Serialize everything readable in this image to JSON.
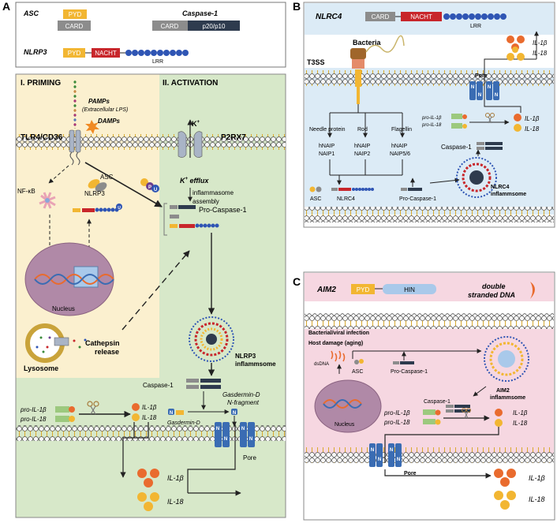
{
  "colors": {
    "pyd": "#f2b632",
    "card": "#8c8c8c",
    "nacht": "#c8262b",
    "lrr": "#2f55b4",
    "hin": "#a9c9ea",
    "p20": "#2e3b4e",
    "priming_bg": "#fbf0cf",
    "activation_bg": "#d7e8c9",
    "panelB_bg": "#dcebf6",
    "panelC_bg": "#f6d7e1",
    "membrane": "#f0c24a",
    "pore": "#3a6cb3",
    "il_orange": "#e96b2e",
    "il_yellow": "#f2b632"
  },
  "panelA": {
    "letter": "A",
    "legend": {
      "asc": "ASC",
      "caspase1": "Caspase-1",
      "nlrp3": "NLRP3",
      "pyd": "PYD",
      "card": "CARD",
      "card2": "CARD",
      "p20p10": "p20/p10",
      "nacht": "NACHT",
      "lrr": "LRR"
    },
    "priming": "I. PRIMING",
    "activation": "II. ACTIVATION",
    "pamps": "PAMPs",
    "pamps_sub": "(Extracellular LPS)",
    "damps": "DAMPs",
    "tlr": "TLR4/CD36",
    "kplus": "K",
    "kplus_sup": "+",
    "p2rx7": "P2RX7",
    "kefflux": "K",
    "kefflux_sup": "+",
    "kefflux_tail": " efflux",
    "inflammasome_assembly_1": "inflammasome",
    "inflammasome_assembly_2": "assembly",
    "asc": "ASC",
    "nfkb": "NF-κB",
    "nlrp3": "NLRP3",
    "procasp": "Pro-Caspase-1",
    "nucleus": "Nucleus",
    "lysosome": "Lysosome",
    "cathepsin_1": "Cathepsin",
    "cathepsin_2": "release",
    "nlrp3_infl_1": "NLRP3",
    "nlrp3_infl_2": "inflammsome",
    "caspase1": "Caspase-1",
    "gsdmd_nfrag_1": "Gasdermin-D",
    "gsdmd_nfrag_2": "N-fragment",
    "gsdmd": "Gasdermin-D",
    "pro_il1b": "pro-IL-1β",
    "pro_il18": "pro-IL-18",
    "il1b": "IL-1β",
    "il18": "IL-18",
    "pore": "Pore",
    "out_il1b": "IL-1β",
    "out_il18": "IL-18",
    "p": "P",
    "u": "U",
    "u2": "U",
    "n": "N"
  },
  "panelB": {
    "letter": "B",
    "title": "NLRC4",
    "card": "CARD",
    "nacht": "NACHT",
    "lrr": "LRR",
    "bacteria": "Bacteria",
    "t3ss": "T3SS",
    "pore": "Pore",
    "il1b": "IL-1β",
    "il18": "IL-18",
    "needle": "Needle protein",
    "rod": "Rod",
    "flagellin": "Flagellin",
    "naip1_a": "hNAIP",
    "naip1_b": "NAIP1",
    "naip2_a": "hNAIP",
    "naip2_b": "NAIP2",
    "naip56_a": "hNAIP",
    "naip56_b": "NAIP5/6",
    "pro_il1b": "pro-IL-1β",
    "pro_il18": "pro-IL-18",
    "in_il1b": "IL-1β",
    "in_il18": "IL-18",
    "caspase1": "Caspase-1",
    "asc": "ASC",
    "nlrc4": "NLRC4",
    "procasp": "Pro-Caspase-1",
    "nlrc4_infl_1": "NLRC4",
    "nlrc4_infl_2": "inflammsome",
    "n": "N"
  },
  "panelC": {
    "letter": "C",
    "title": "AIM2",
    "pyd": "PYD",
    "hin": "HIN",
    "dsdna_1": "double",
    "dsdna_2": "stranded DNA",
    "bacterial": "Bacterial/viral infection",
    "hostdamage": "Host damage (aging)",
    "dsdna": "dsDNA",
    "asc": "ASC",
    "procasp": "Pro-Caspase-1",
    "aim2_infl_1": "AIM2",
    "aim2_infl_2": "inflammsome",
    "caspase1": "Caspase-1",
    "nucleus": "Nucleus",
    "pro_il1b": "pro-IL-1β",
    "pro_il18": "pro-IL-18",
    "in_il1b": "IL-1β",
    "in_il18": "IL-18",
    "pore": "Pore",
    "out_il1b": "IL-1β",
    "out_il18": "IL-18",
    "n": "N"
  }
}
